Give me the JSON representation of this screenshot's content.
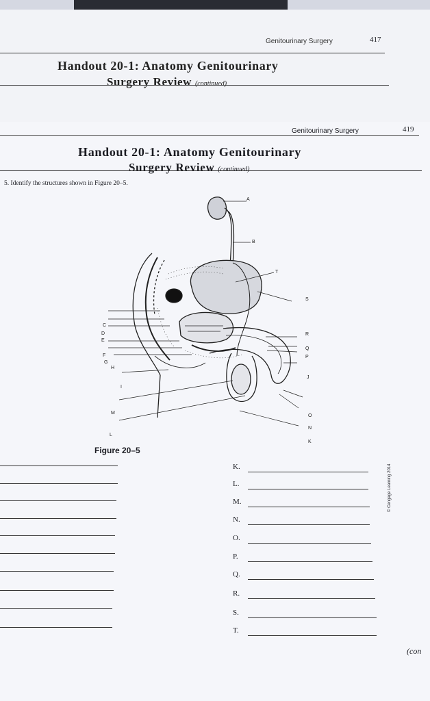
{
  "back_page": {
    "header": "Genitourinary Surgery",
    "page_number": "417",
    "title_line1": "Handout 20-1: Anatomy Genitourinary",
    "title_line2": "Surgery Review",
    "continued": "(continued)"
  },
  "page": {
    "header": "Genitourinary Surgery",
    "page_number": "419",
    "title_line1": "Handout 20-1: Anatomy Genitourinary",
    "title_line2": "Surgery Review",
    "continued": "(continued)",
    "question": "5.  Identify the structures shown in Figure 20–5.",
    "figure_caption": "Figure 20–5",
    "copyright": "© Cengage Learning 2014",
    "figure_labels": [
      "A",
      "B",
      "T",
      "S",
      "C",
      "D",
      "E",
      "R",
      "Q",
      "P",
      "F",
      "G",
      "H",
      "J",
      "I",
      "M",
      "O",
      "N",
      "L",
      "K"
    ],
    "answer_letters": [
      "K.",
      "L.",
      "M.",
      "N.",
      "O.",
      "P.",
      "Q.",
      "R.",
      "S.",
      "T."
    ],
    "continued_bottom": "(con"
  },
  "colors": {
    "ink": "#1b1c22",
    "paper": "#f5f6fa"
  }
}
